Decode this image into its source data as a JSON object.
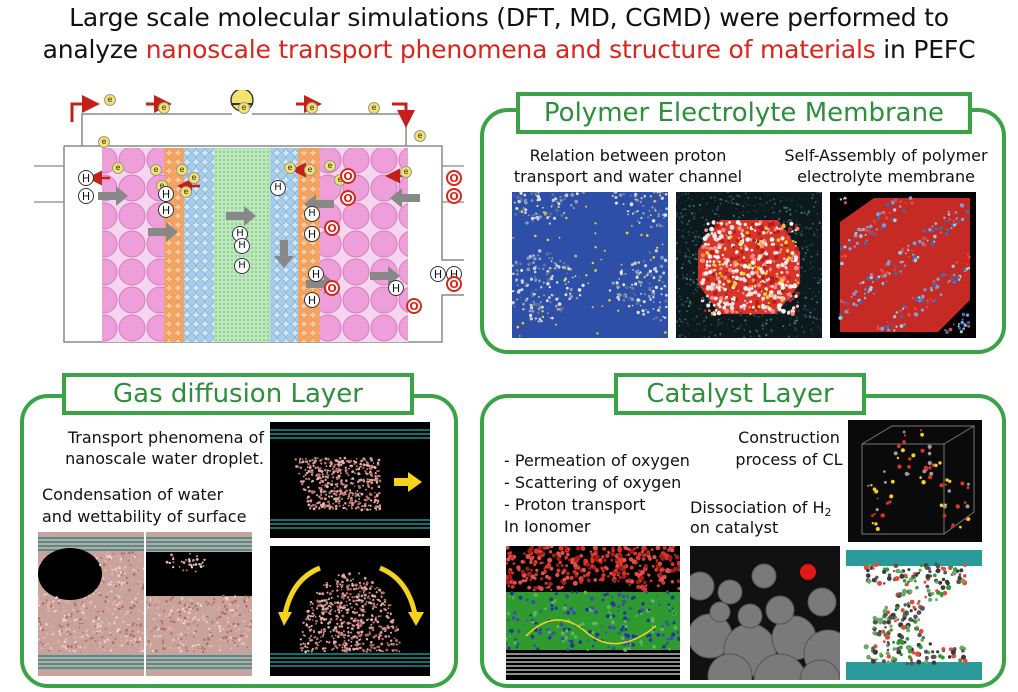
{
  "header": {
    "line1": "Large scale molecular simulations (DFT, MD, CGMD) were performed to",
    "line2_prefix": "analyze ",
    "line2_highlight": "nanoscale transport phenomena and structure of materials",
    "line2_suffix": " in PEFC"
  },
  "colors": {
    "accent_green": "#3aa345",
    "title_green": "#2e8f3a",
    "highlight_red": "#d8261c"
  },
  "cell_labels": {
    "electron": "e",
    "hydrogen": "H",
    "proton": "H",
    "oxygen": "O"
  },
  "pem": {
    "title": "Polymer Electrolyte Membrane",
    "caption_left_1": "Relation between proton",
    "caption_left_2": "transport and water channel",
    "caption_right_1": "Self-Assembly of polymer",
    "caption_right_2": "electrolyte membrane"
  },
  "gdl": {
    "title": "Gas diffusion Layer",
    "caption_right_1": "Transport phenomena of",
    "caption_right_2": "nanoscale water droplet.",
    "caption_left_1": "Condensation of water",
    "caption_left_2": "and wettability of surface"
  },
  "cl": {
    "title": "Catalyst Layer",
    "bullet_1": "- Permeation of oxygen",
    "bullet_2": "- Scattering of oxygen",
    "bullet_3": "- Proton transport",
    "bullet_4": "In Ionomer",
    "construction_1": "Construction",
    "construction_2": "process of CL",
    "dissociation_1": "Dissociation of H",
    "dissociation_sub": "2",
    "dissociation_2": "on catalyst"
  }
}
